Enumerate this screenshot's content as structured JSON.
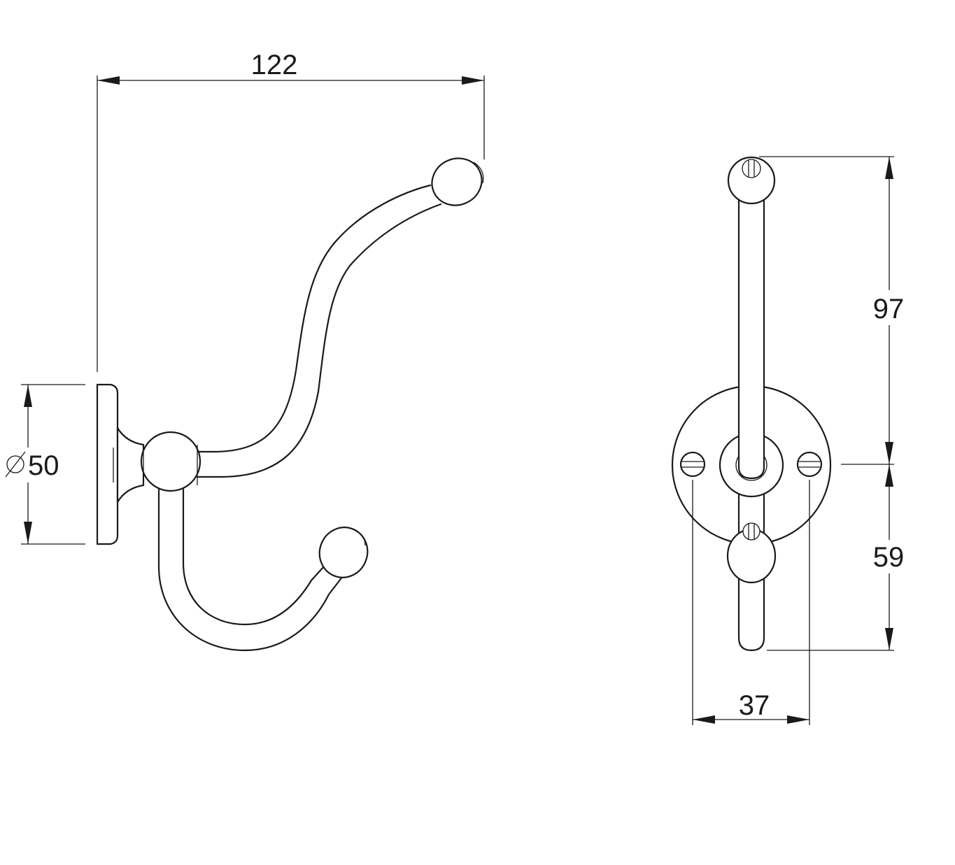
{
  "dimensions": {
    "overall_width": "122",
    "base_diameter_symbol": "∅",
    "base_diameter": "50",
    "upper_hook_height": "97",
    "lower_hook_height": "59",
    "screw_spacing": "37"
  }
}
